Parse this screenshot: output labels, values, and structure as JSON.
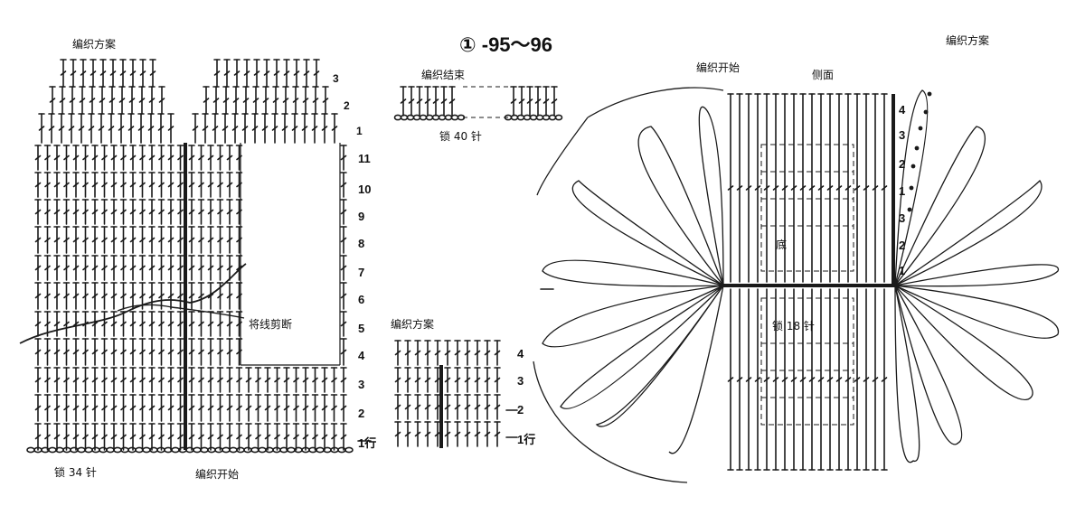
{
  "title": "① -95～96",
  "left_chart": {
    "heading": "编织方案",
    "top_row_numbers": [
      "3",
      "2",
      "1"
    ],
    "row_numbers": [
      "11",
      "10",
      "9",
      "8",
      "7",
      "6",
      "5",
      "4",
      "3",
      "2",
      "1行"
    ],
    "label_chain": "锁 34 针",
    "label_start": "编织开始",
    "label_cut": "将线剪断"
  },
  "strap": {
    "label_end": "编织结束",
    "label_chain": "锁 40 针"
  },
  "small_chart": {
    "heading": "编织方案",
    "row_numbers": [
      "4",
      "3",
      "2",
      "1行"
    ]
  },
  "right_chart": {
    "heading": "编织方案",
    "label_start": "编织开始",
    "label_side": "侧面",
    "label_bottom": "底",
    "label_chain": "锁 18 针",
    "side_numbers": [
      "4",
      "3",
      "2",
      "1",
      "3",
      "2",
      "1"
    ]
  }
}
